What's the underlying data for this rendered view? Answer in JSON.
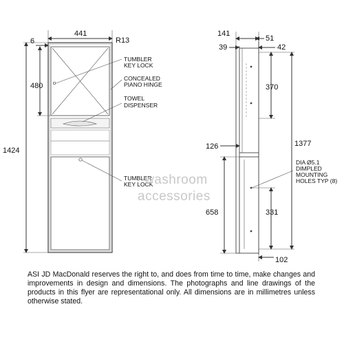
{
  "front_view": {
    "dims": {
      "width_top": "441",
      "radius": "R13",
      "left_offset": "6",
      "door_height": "480",
      "total_height": "1424"
    },
    "callouts": {
      "tumbler_lock_top": [
        "TUMBLER",
        "KEY LOCK"
      ],
      "concealed_hinge": [
        "CONCEALED",
        "PIANO HINGE"
      ],
      "towel_dispenser": [
        "TOWEL",
        "DISPENSER"
      ],
      "tumbler_lock_bottom": [
        "TUMBLER",
        "KEY LOCK"
      ]
    }
  },
  "side_view": {
    "dims": {
      "depth_top": "141",
      "depth_51": "51",
      "depth_39": "39",
      "depth_42": "42",
      "height_370": "370",
      "height_1377": "1377",
      "depth_126": "126",
      "height_658": "658",
      "height_331": "331",
      "depth_102": "102"
    },
    "callouts": {
      "mounting_holes": [
        "DIA Ø5.1",
        "DIMPLED",
        "MOUNTING",
        "HOLES TYP (8)"
      ]
    }
  },
  "watermark": [
    "washroom",
    "accessories"
  ],
  "disclaimer": "ASI JD MacDonald reserves the right to, and does from time to time, make changes and improvements in design and dimensions. The photographs and line drawings of the products in this flyer are representational only. All dimensions are in millimetres unless otherwise stated."
}
